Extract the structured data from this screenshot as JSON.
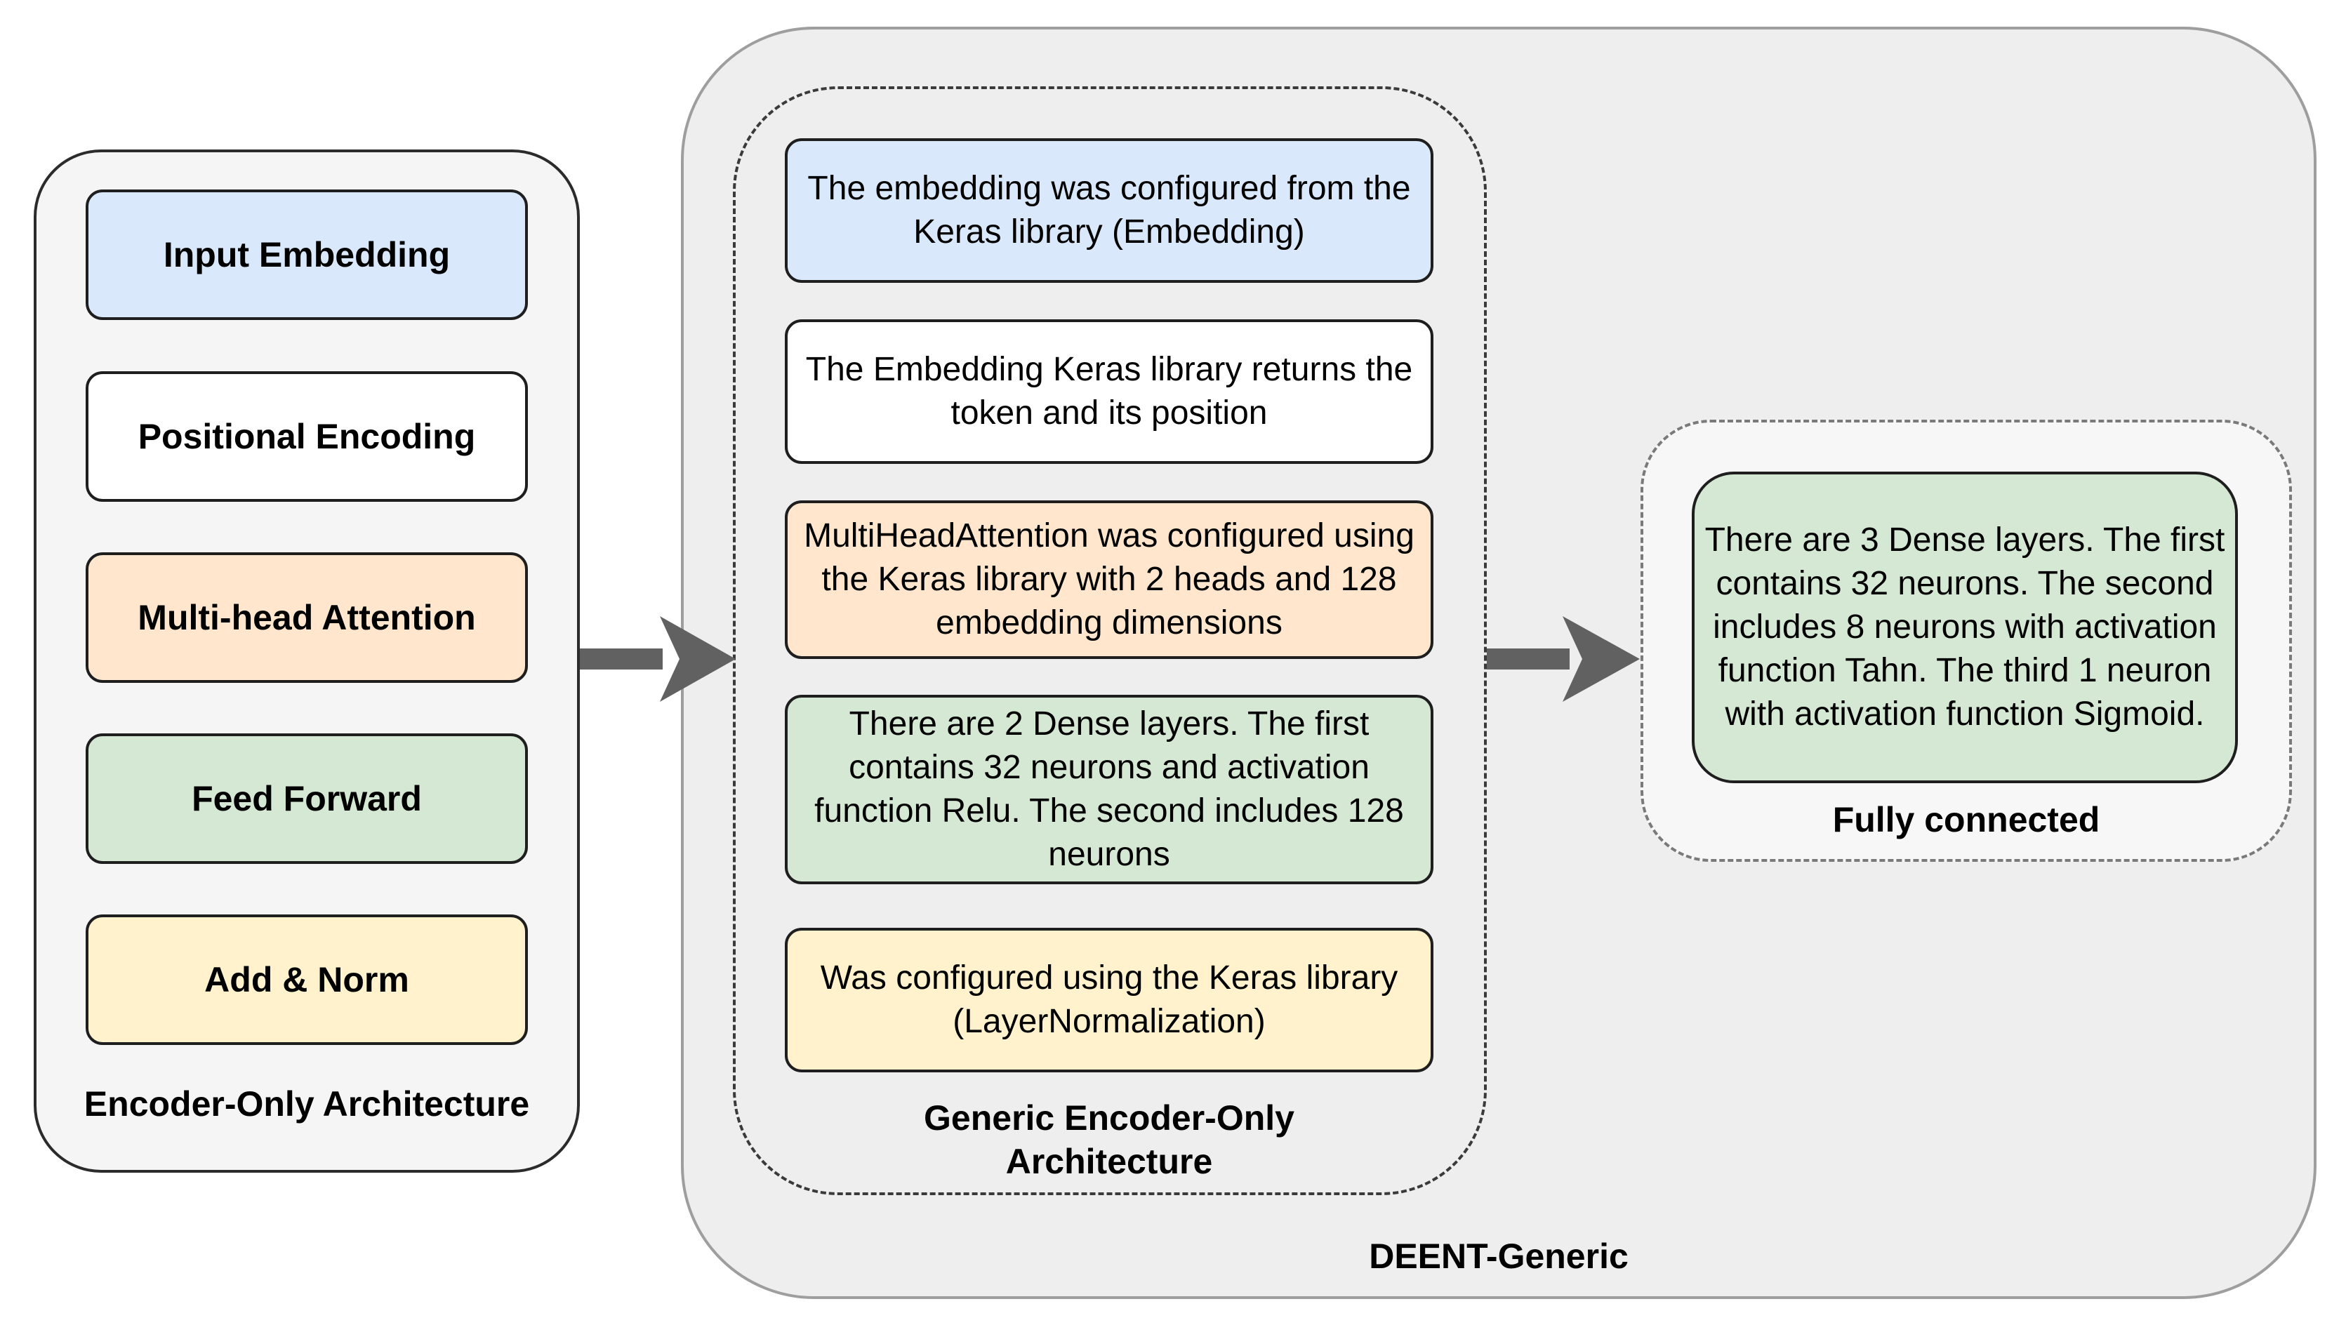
{
  "left": {
    "blocks": [
      "Input Embedding",
      "Positional Encoding",
      "Multi-head Attention",
      "Feed Forward",
      "Add & Norm"
    ],
    "caption": "Encoder-Only Architecture"
  },
  "middle": {
    "blocks": [
      "The embedding was configured from the Keras library (Embedding)",
      "The Embedding Keras library returns the token and its position",
      "MultiHeadAttention was configured using the Keras library with 2 heads and 128 embedding dimensions",
      "There are 2 Dense layers. The first contains 32 neurons and activation function Relu. The second includes 128 neurons",
      "Was configured using the Keras library (LayerNormalization)"
    ],
    "caption": "Generic Encoder-Only Architecture"
  },
  "right": {
    "block": "There are 3 Dense layers. The first contains 32 neurons. The second includes 8 neurons with activation function Tahn. The third 1 neuron with activation function Sigmoid.",
    "caption": "Fully connected"
  },
  "outer_caption": "DEENT-Generic",
  "colors": {
    "blue": "#dae8fc",
    "white": "#ffffff",
    "orange": "#ffe6cc",
    "green": "#d5e8d4",
    "yellow": "#fff2cc",
    "arrow": "#616161"
  }
}
